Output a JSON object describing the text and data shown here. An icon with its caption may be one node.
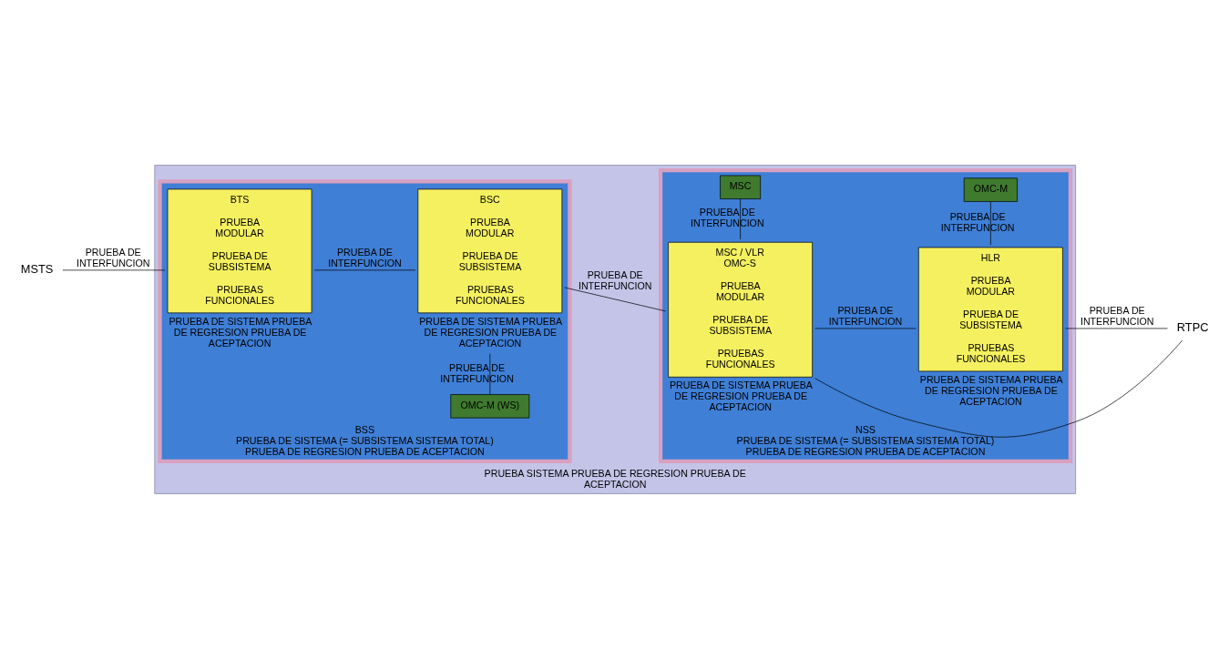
{
  "diagram": {
    "nodes": [
      {
        "text": [
          "PRUEBA SISTEMA PRUEBA DE REGRESION PRUEBA DE ACEPTACION"
        ]
      },
      {
        "text": [
          "BSS",
          "PRUEBA DE SISTEMA (= SUBSISTEMA SISTEMA TOTAL) PRUEBA DE REGRESION PRUEBA DE ACEPTACION"
        ],
        "in": 0
      },
      {
        "text": [
          "BTS",
          "PRUEBA MODULAR",
          "PRUEBA DE SUBSISTEMA",
          "PRUEBAS FUNCIONALES"
        ],
        "beside": [
          "PRUEBA DE SISTEMA PRUEBA DE REGRESION PRUEBA DE ACEPTACION"
        ],
        "in": 1
      },
      {
        "text": [
          "OMC-M (WS)"
        ],
        "in": 1
      },
      {
        "text": [
          "BSC",
          "PRUEBA MODULAR",
          "PRUEBA DE SUBSISTEMA",
          "PRUEBAS FUNCIONALES"
        ],
        "beside": [
          "PRUEBA DE SISTEMA PRUEBA DE REGRESION PRUEBA DE ACEPTACION"
        ],
        "in": 1
      },
      {
        "text": [
          "NSS",
          "PRUEBA DE SISTEMA (= SUBSISTEMA SISTEMA TOTAL) PRUEBA DE REGRESION PRUEBA DE ACEPTACION"
        ],
        "in": 0
      },
      {
        "text": [
          "MSC"
        ],
        "in": 5
      },
      {
        "text": [
          "OMC-M"
        ],
        "in": 5
      },
      {
        "text": [
          "MSC / VLR OMC-S",
          "PRUEBA MODULAR",
          "PRUEBA DE SUBSISTEMA",
          "PRUEBAS FUNCIONALES"
        ],
        "beside": [
          "PRUEBA DE SISTEMA PRUEBA DE REGRESION PRUEBA DE ACEPTACION"
        ],
        "in": 5
      },
      {
        "text": [
          "HLR",
          "PRUEBA MODULAR",
          "PRUEBA DE SUBSISTEMA",
          "PRUEBAS FUNCIONALES"
        ],
        "beside": [
          "PRUEBA DE SISTEMA PRUEBA DE REGRESION PRUEBA DE ACEPTACION"
        ],
        "in": 5
      },
      {
        "text": [
          "MSTS"
        ]
      },
      {
        "text": [
          "RTPC"
        ]
      }
    ],
    "edges": [
      {
        "from": 10,
        "to": 2,
        "arrow": "none",
        "label": "PRUEBA DE INTERFUNCION"
      },
      {
        "from": 2,
        "to": 4,
        "arrow": "none",
        "label": "PRUEBA DE INTERFUNCION"
      },
      {
        "from": 3,
        "to": 4,
        "arrow": "none",
        "label": "PRUEBA DE INTERFUNCION"
      },
      {
        "from": 4,
        "to": 8,
        "arrow": "none",
        "label": "PRUEBA DE INTERFUNCION"
      },
      {
        "from": 6,
        "to": 8,
        "arrow": "none",
        "label": "PRUEBA DE INTERFUNCION"
      },
      {
        "from": 8,
        "to": 9,
        "arrow": "none",
        "label": "PRUEBA DE INTERFUNCION"
      },
      {
        "from": 7,
        "to": 9,
        "arrow": "none",
        "label": "PRUEBA DE INTERFUNCION"
      },
      {
        "from": 9,
        "to": 11,
        "arrow": "none",
        "label": "PRUEBA DE INTERFUNCION"
      },
      {
        "from": 8,
        "to": 11,
        "arrow": "none"
      }
    ]
  }
}
